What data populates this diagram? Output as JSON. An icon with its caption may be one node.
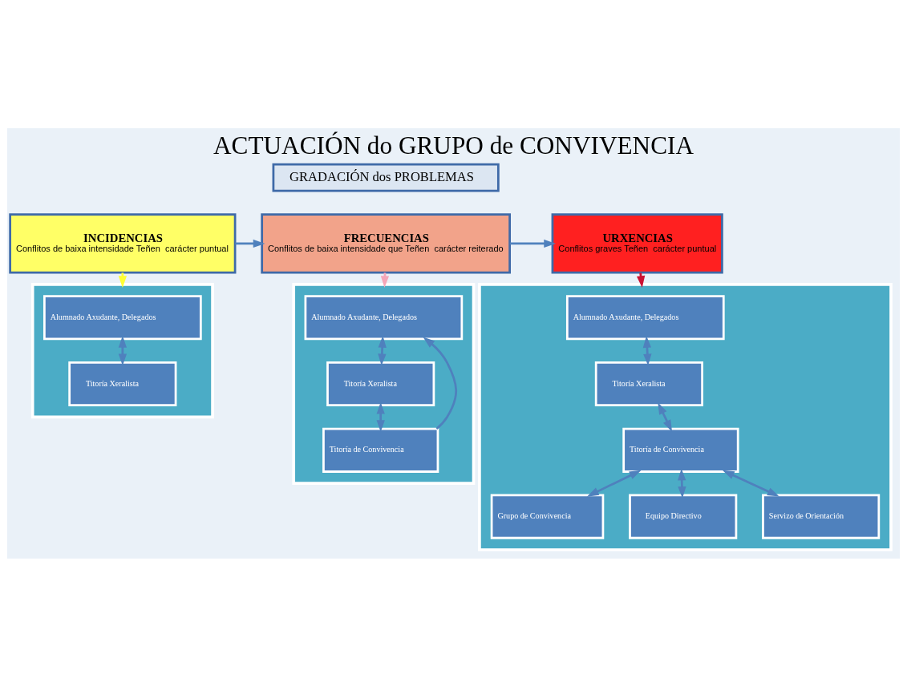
{
  "diagram": {
    "title": "ACTUACIÓN do GRUPO de CONVIVENCIA",
    "nodes": [
      {
        "text": [
          "GRADACIÓN dos PROBLEMAS"
        ]
      },
      {
        "text": [
          "INCIDENCIAS",
          "Conflitos de baixa intensidade Teñen  carácter puntual"
        ]
      },
      {
        "text": [
          "FRECUENCIAS",
          "Conflitos de baixa intensidade que Teñen  carácter reiterado"
        ]
      },
      {
        "text": [
          "URXENCIAS",
          "Conflitos graves Teñen  carácter puntual"
        ]
      },
      {
        "text": [],
        "shape": "box"
      },
      {
        "text": [
          "Alumnado Axudante, Delegados"
        ],
        "in": 4
      },
      {
        "text": [
          "Titoría Xeralista"
        ],
        "in": 4
      },
      {
        "text": [],
        "shape": "box"
      },
      {
        "text": [
          "Alumnado Axudante, Delegados"
        ],
        "in": 7
      },
      {
        "text": [
          "Titoría Xeralista"
        ],
        "in": 7
      },
      {
        "text": [
          "Titoría de Convivencia"
        ],
        "in": 7
      },
      {
        "text": [],
        "shape": "box"
      },
      {
        "text": [
          "Alumnado Axudante, Delegados"
        ],
        "in": 11
      },
      {
        "text": [
          "Titoría Xeralista"
        ],
        "in": 11
      },
      {
        "text": [
          "Titoría de Convivencia"
        ],
        "in": 11
      },
      {
        "text": [
          "Grupo de Convivencia"
        ],
        "in": 11
      },
      {
        "text": [
          "Equipo Directivo"
        ],
        "in": 11
      },
      {
        "text": [
          "Servizo de Orientación"
        ],
        "in": 11
      }
    ],
    "edges": [
      {
        "from": 1,
        "to": 2,
        "arrow": "to"
      },
      {
        "from": 2,
        "to": 3,
        "arrow": "to"
      },
      {
        "from": 1,
        "to": 4,
        "arrow": "to",
        "color": "#ffff33"
      },
      {
        "from": 2,
        "to": 7,
        "arrow": "to",
        "color": "#f4a6b8"
      },
      {
        "from": 3,
        "to": 11,
        "arrow": "to",
        "color": "#cc1133"
      },
      {
        "from": 5,
        "to": 6,
        "arrow": "both"
      },
      {
        "from": 8,
        "to": 9,
        "arrow": "both"
      },
      {
        "from": 9,
        "to": 10,
        "arrow": "both"
      },
      {
        "from": 10,
        "to": 8,
        "arrow": "to"
      },
      {
        "from": 12,
        "to": 13,
        "arrow": "both"
      },
      {
        "from": 13,
        "to": 14,
        "arrow": "both"
      },
      {
        "from": 14,
        "to": 15,
        "arrow": "both"
      },
      {
        "from": 14,
        "to": 17,
        "arrow": "both"
      },
      {
        "from": 14,
        "to": 16,
        "arrow": "both"
      }
    ]
  }
}
